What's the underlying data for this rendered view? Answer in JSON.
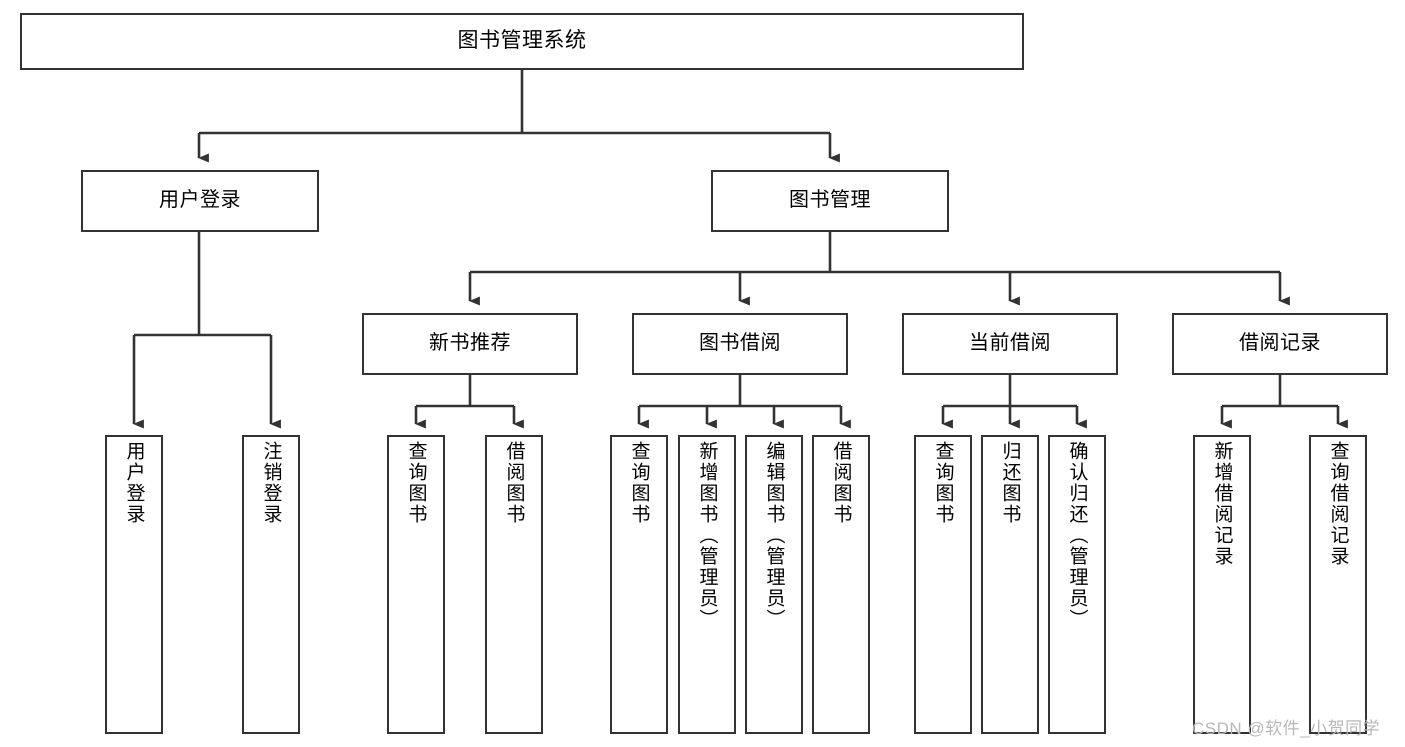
{
  "diagram": {
    "title": "图书管理系统",
    "type": "tree-hierarchy-flowchart",
    "background_color": "#ffffff",
    "box_border_color": "#333333",
    "edge_color": "#333333",
    "nodes": {
      "root": {
        "label": "图书管理系统"
      },
      "level1": [
        {
          "id": "user-login",
          "label": "用户登录"
        },
        {
          "id": "book-management",
          "label": "图书管理"
        }
      ],
      "level2": [
        {
          "id": "new-book-recommend",
          "label": "新书推荐"
        },
        {
          "id": "book-borrow",
          "label": "图书借阅"
        },
        {
          "id": "current-borrow",
          "label": "当前借阅"
        },
        {
          "id": "borrow-record",
          "label": "借阅记录"
        }
      ],
      "leaves": {
        "user_login": [
          {
            "id": "leaf-user-login",
            "label": "用户登录"
          },
          {
            "id": "leaf-logout-login",
            "label": "注销登录"
          }
        ],
        "new_book_recommend": [
          {
            "id": "leaf-query-book-1",
            "label": "查询图书"
          },
          {
            "id": "leaf-borrow-book-1",
            "label": "借阅图书"
          }
        ],
        "book_borrow": [
          {
            "id": "leaf-query-book-2",
            "label": "查询图书"
          },
          {
            "id": "leaf-add-book",
            "label": "新增图书（管理员）"
          },
          {
            "id": "leaf-edit-book",
            "label": "编辑图书（管理员）"
          },
          {
            "id": "leaf-borrow-book-2",
            "label": "借阅图书"
          }
        ],
        "current_borrow": [
          {
            "id": "leaf-query-book-3",
            "label": "查询图书"
          },
          {
            "id": "leaf-return-book",
            "label": "归还图书"
          },
          {
            "id": "leaf-confirm-return",
            "label": "确认归还（管理员）"
          }
        ],
        "borrow_record": [
          {
            "id": "leaf-add-record",
            "label": "新增借阅记录"
          },
          {
            "id": "leaf-query-record",
            "label": "查询借阅记录"
          }
        ]
      }
    }
  },
  "watermark": {
    "text": "CSDN @软件_小贺同学"
  }
}
